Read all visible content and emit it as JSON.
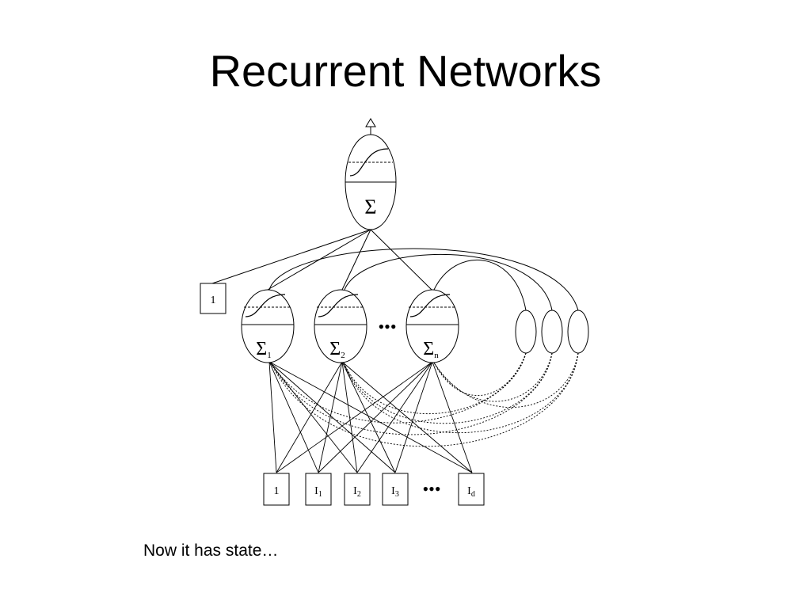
{
  "title": "Recurrent Networks",
  "caption": "Now it has state…",
  "diagram": {
    "output_unit": {
      "symbol": "Σ"
    },
    "hidden_units": [
      {
        "symbol": "Σ",
        "subscript": "1"
      },
      {
        "symbol": "Σ",
        "subscript": "2"
      },
      {
        "symbol": "Σ",
        "subscript": "n"
      }
    ],
    "hidden_ellipsis": "•••",
    "bias_hidden": "1",
    "inputs": [
      {
        "main": "1",
        "sub": ""
      },
      {
        "main": "I",
        "sub": "1"
      },
      {
        "main": "I",
        "sub": "2"
      },
      {
        "main": "I",
        "sub": "3"
      },
      {
        "main": "I",
        "sub": "d"
      }
    ],
    "input_ellipsis": "•••"
  }
}
